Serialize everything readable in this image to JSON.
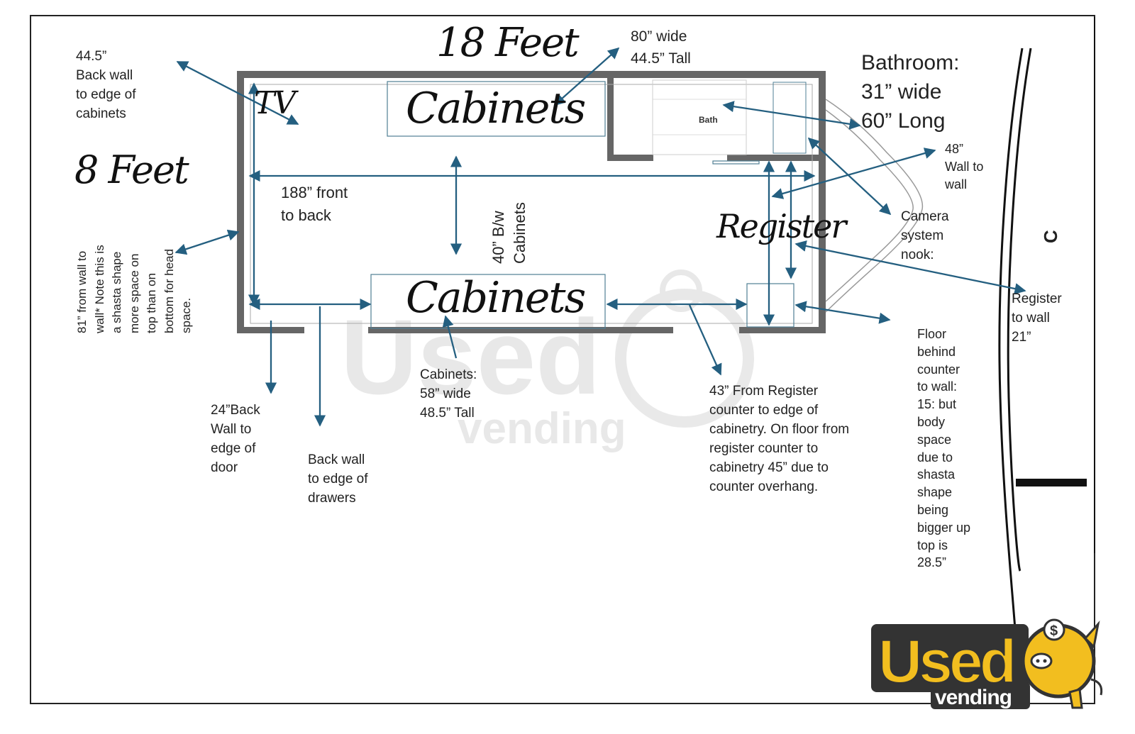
{
  "title_length": "18 Feet",
  "title_width": "8 Feet",
  "rooms": {
    "tv": "TV",
    "cabinets_top": "Cabinets",
    "cabinets_bottom": "Cabinets",
    "register": "Register",
    "bath": "Bath"
  },
  "annotations": {
    "back_wall_cabinets": "44.5”\nBack wall\nto edge of\ncabinets",
    "top_cabinets_size": "80” wide\n44.5” Tall",
    "bathroom_size": "Bathroom:\n31” wide\n60” Long",
    "wall_to_wall": "48”\nWall to\nwall",
    "camera_nook": "Camera\nsystem\nnook:",
    "front_to_back": "188” front\nto back",
    "between_cabinets": "40” B/w\nCabinets",
    "width_note": "81” from wall to\nwall* Note this is\na shasta shape\nmore space on\ntop than on\nbottom for head\nspace.",
    "register_to_wall": "Register\nto wall\n21”",
    "door_edge": "24”Back\nWall to\nedge of\ndoor",
    "drawers_edge": "Back wall\nto edge of\ndrawers",
    "bottom_cabinets_size": "Cabinets:\n58” wide\n48.5” Tall",
    "register_counter": "43” From Register\ncounter to edge of\ncabinetry. On floor from\nregister counter to\ncabinetry 45” due to\ncounter overhang.",
    "floor_behind_counter": "Floor\nbehind\ncounter\nto wall:\n15: but\nbody\nspace\ndue to\nshasta\nshape\nbeing\nbigger up\ntop is\n28.5”"
  },
  "logo": {
    "main": "Used",
    "sub": "vending",
    "symbol": "$"
  },
  "colors": {
    "arrow": "#245f80",
    "wall": "#666666",
    "box": "#4f7f94",
    "logo_yellow": "#f2be1f",
    "logo_dark": "#333333"
  }
}
